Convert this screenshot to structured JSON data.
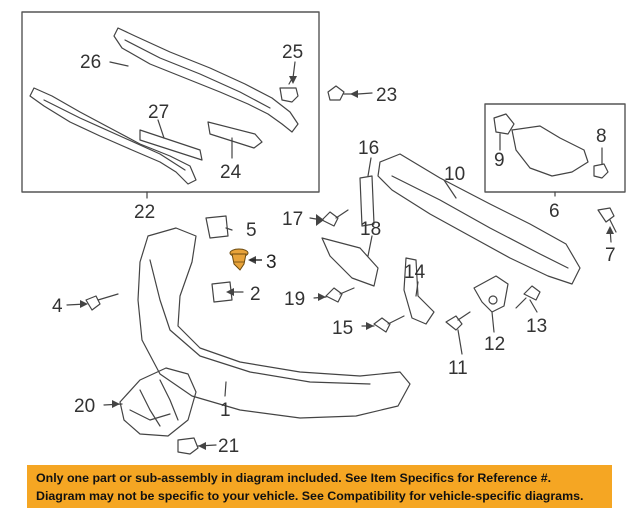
{
  "colors": {
    "banner_bg": "#f5a623",
    "highlight_part": "#e8a33a",
    "line": "#444444",
    "box_border": "#555555"
  },
  "callouts": {
    "c1": "1",
    "c2": "2",
    "c3": "3",
    "c4": "4",
    "c5": "5",
    "c6": "6",
    "c7": "7",
    "c8": "8",
    "c9": "9",
    "c10": "10",
    "c11": "11",
    "c12": "12",
    "c13": "13",
    "c14": "14",
    "c15": "15",
    "c16": "16",
    "c17": "17",
    "c18": "18",
    "c19": "19",
    "c20": "20",
    "c21": "21",
    "c22": "22",
    "c23": "23",
    "c24": "24",
    "c25": "25",
    "c26": "26",
    "c27": "27"
  },
  "banner": {
    "line1": "Only one part or sub-assembly in diagram included. See Item Specifics for Reference #.",
    "line2": "Diagram may not be specific to your vehicle. See Compatibility for vehicle-specific diagrams."
  }
}
